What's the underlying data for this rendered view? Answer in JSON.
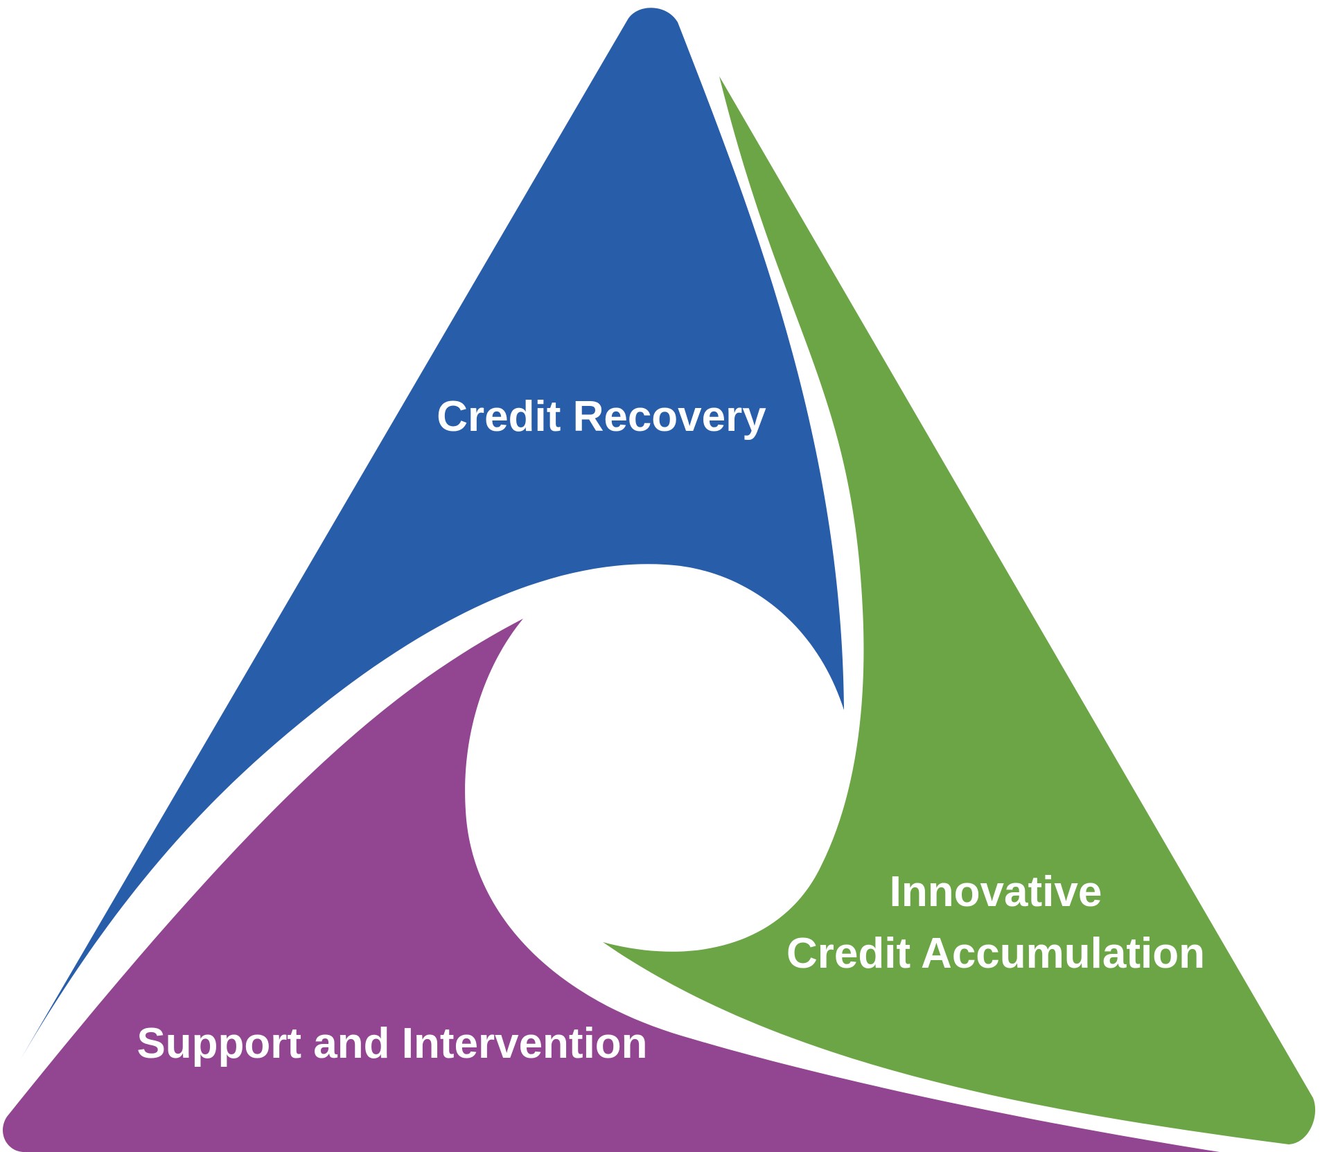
{
  "diagram": {
    "colors": {
      "credit_recovery": "#285DA9",
      "innovative_credit_accumulation": "#6CA545",
      "support_and_intervention": "#924591",
      "label_text": "#FFFFFF",
      "background": "#FFFFFF"
    },
    "segments": {
      "credit_recovery": {
        "label": "Credit Recovery"
      },
      "innovative_credit_accumulation": {
        "label_line_1": "Innovative",
        "label_line_2": "Credit Accumulation"
      },
      "support_and_intervention": {
        "label": "Support and Intervention"
      }
    }
  }
}
